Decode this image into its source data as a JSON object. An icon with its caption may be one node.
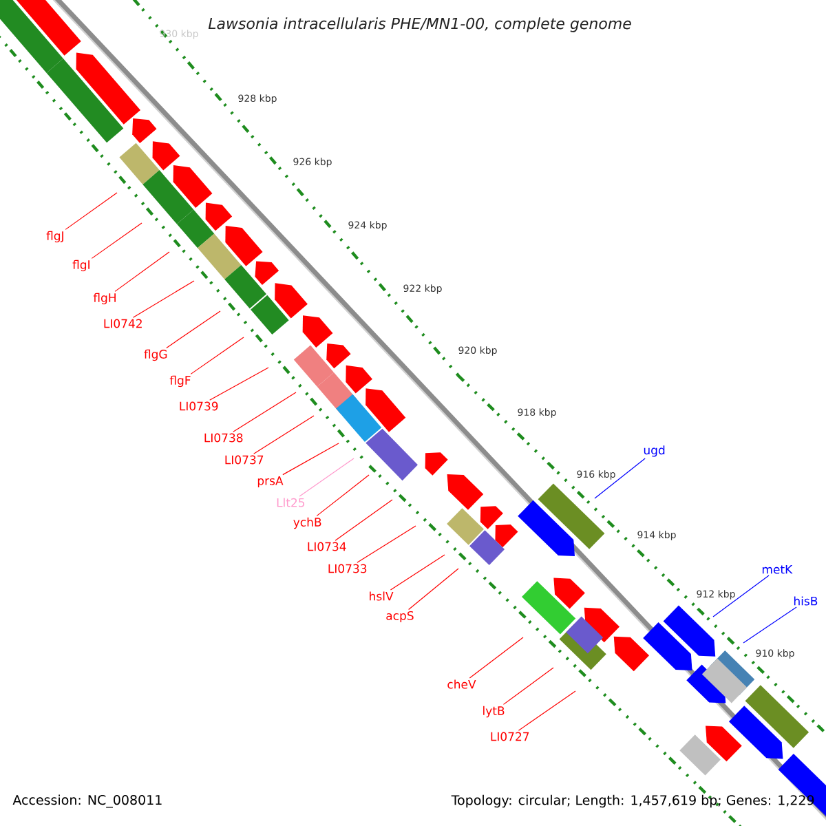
{
  "diagram": {
    "title": "Lawsonia intracellularis PHE/MN1-00, complete genome",
    "nodes": [
      {
        "text": [
          "flgJ"
        ]
      },
      {
        "text": [
          "flgI"
        ]
      },
      {
        "text": [
          "flgH"
        ]
      },
      {
        "text": [
          "LI0742"
        ]
      },
      {
        "text": [
          "flgG"
        ]
      },
      {
        "text": [
          "flgF"
        ]
      },
      {
        "text": [
          "LI0739"
        ]
      },
      {
        "text": [
          "LI0738"
        ]
      },
      {
        "text": [
          "LI0737"
        ]
      },
      {
        "text": [
          "prsA"
        ]
      },
      {
        "text": [
          "Llt25"
        ]
      },
      {
        "text": [
          "ychB"
        ]
      },
      {
        "text": [
          "LI0734"
        ]
      },
      {
        "text": [
          "LI0733"
        ]
      },
      {
        "text": [
          "hslV"
        ]
      },
      {
        "text": [
          "acpS"
        ]
      },
      {
        "text": [
          "cheV"
        ]
      },
      {
        "text": [
          "lytB"
        ]
      },
      {
        "text": [
          "LI0727"
        ]
      },
      {
        "text": [
          "ugd"
        ]
      },
      {
        "text": [
          "metK"
        ]
      },
      {
        "text": [
          "hisB"
        ]
      }
    ],
    "edges": [
      {
        "from": 0,
        "to": null,
        "arrow": "none"
      },
      {
        "from": 1,
        "to": null,
        "arrow": "none"
      },
      {
        "from": 2,
        "to": null,
        "arrow": "none"
      },
      {
        "from": 3,
        "to": null,
        "arrow": "none"
      },
      {
        "from": 4,
        "to": null,
        "arrow": "none"
      },
      {
        "from": 5,
        "to": null,
        "arrow": "none"
      },
      {
        "from": 6,
        "to": null,
        "arrow": "none"
      },
      {
        "from": 7,
        "to": null,
        "arrow": "none"
      },
      {
        "from": 8,
        "to": null,
        "arrow": "none"
      },
      {
        "from": 9,
        "to": null,
        "arrow": "none"
      },
      {
        "from": 10,
        "to": null,
        "arrow": "none",
        "color": "#ff99cc"
      },
      {
        "from": 11,
        "to": null,
        "arrow": "none"
      },
      {
        "from": 12,
        "to": null,
        "arrow": "none"
      },
      {
        "from": 13,
        "to": null,
        "arrow": "none"
      },
      {
        "from": 14,
        "to": null,
        "arrow": "none"
      },
      {
        "from": 15,
        "to": null,
        "arrow": "none"
      },
      {
        "from": 16,
        "to": null,
        "arrow": "none"
      },
      {
        "from": 17,
        "to": null,
        "arrow": "none"
      },
      {
        "from": 18,
        "to": null,
        "arrow": "none"
      },
      {
        "from": 19,
        "to": null,
        "arrow": "none",
        "color": "#0000ff"
      },
      {
        "from": 20,
        "to": null,
        "arrow": "none",
        "color": "#0000ff"
      },
      {
        "from": 21,
        "to": null,
        "arrow": "none",
        "color": "#0000ff"
      }
    ],
    "labels": [
      "930 kbp",
      "928 kbp",
      "926 kbp",
      "924 kbp",
      "922 kbp",
      "920 kbp",
      "918 kbp",
      "916 kbp",
      "914 kbp",
      "912 kbp",
      "910 kbp",
      "Accession: NC_008011",
      "Topology: circular; Length: 1,457,619 bp; Genes: 1,229"
    ]
  }
}
